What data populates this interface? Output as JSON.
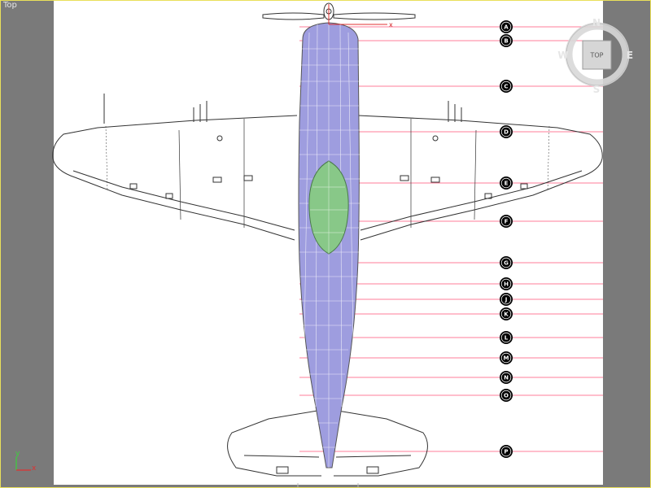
{
  "viewport": {
    "label": "Top",
    "border_color": "#e9e05a",
    "background": "#7a7a7a"
  },
  "viewcube": {
    "face_label": "TOP",
    "compass": {
      "north": "N",
      "south": "S",
      "east": "E",
      "west": "W"
    }
  },
  "axis_gizmo": {
    "x_label": "x",
    "y_label": "y"
  },
  "pivot_gizmo": {
    "x_label": "x"
  },
  "stations": [
    "A",
    "B",
    "C",
    "D",
    "E",
    "F",
    "G",
    "H",
    "J",
    "K",
    "L",
    "M",
    "N",
    "O",
    "P"
  ],
  "colors": {
    "fuselage": "#9e9ddf",
    "canopy": "#88c888",
    "reference_line": "#ff7c9a",
    "outline": "#333333"
  }
}
